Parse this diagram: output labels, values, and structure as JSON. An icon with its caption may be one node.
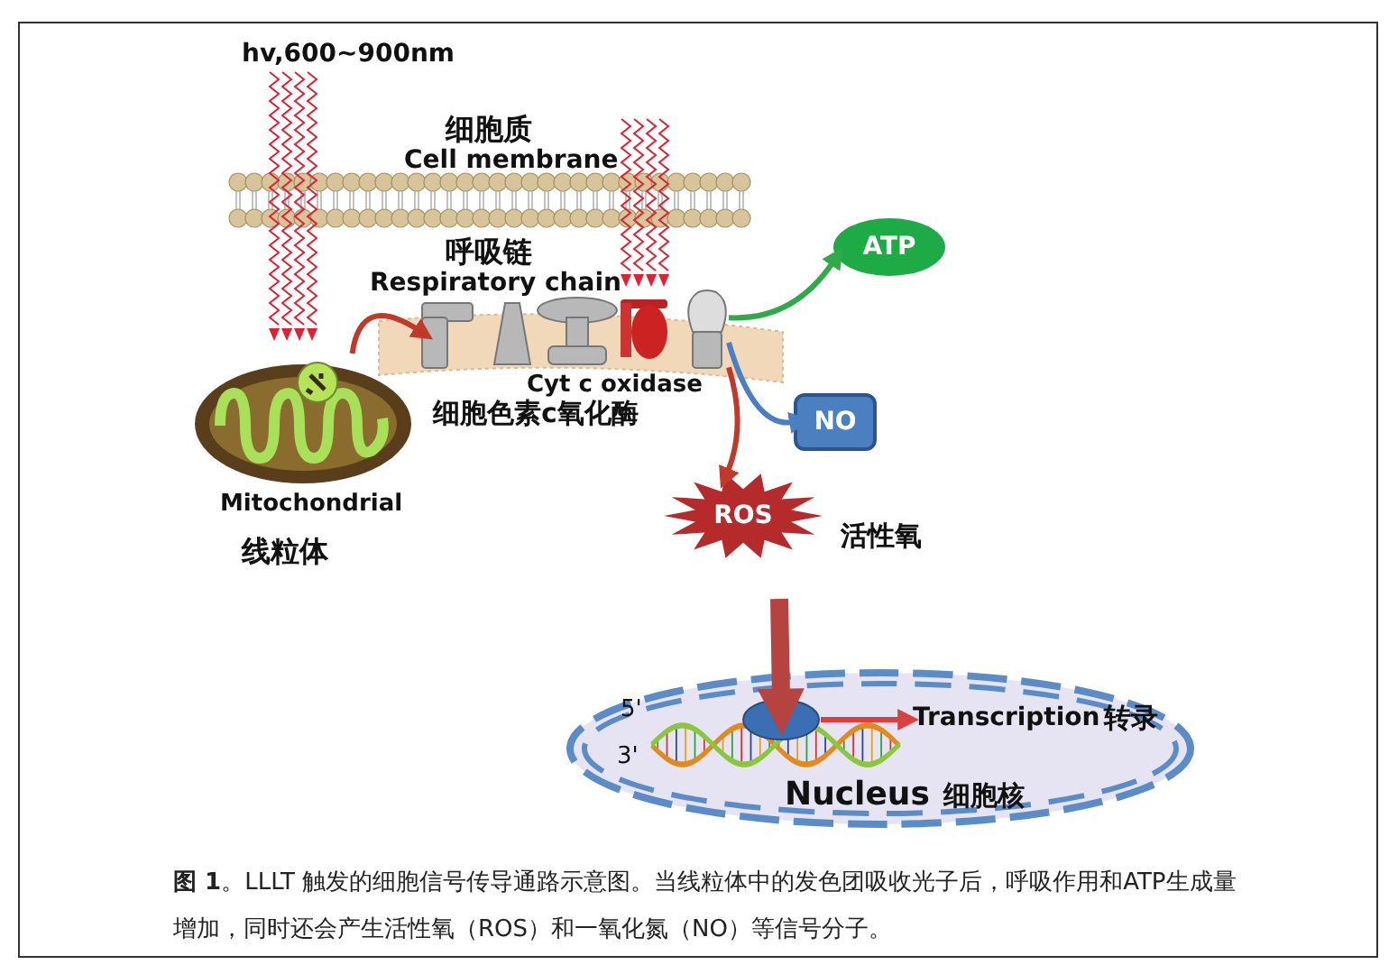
{
  "diagram": {
    "caption": "**图 1**。LLLT 触发的细胞信号传导通路示意图。当线粒体中的发色团吸收光子后，呼吸作用和ATP生成量增加，同时还会产生活性氧（ROS）和一氧化氮（NO）等信号分子。",
    "nodes": [
      {
        "text": [],
        "shape": "picture",
        "beside": [
          "Mitochondrial",
          "线粒体"
        ]
      },
      {
        "text": [],
        "shape": "picture",
        "beside": [
          "呼吸链",
          "Respiratory chain",
          "Cyt c oxidase",
          "细胞色素c氧化酶"
        ]
      },
      {
        "text": [
          "ATP"
        ]
      },
      {
        "text": [
          "NO"
        ]
      },
      {
        "text": [
          "ROS"
        ],
        "beside": [
          "活性氧"
        ]
      },
      {
        "text": [
          "Nucleus",
          "细胞核"
        ]
      },
      {
        "text": [],
        "shape": "circle",
        "in": 5
      }
    ],
    "edges": [
      {
        "from": 0,
        "to": 1,
        "arrow": "to",
        "color": "#c0392b"
      },
      {
        "from": 1,
        "to": 2,
        "arrow": "to",
        "color": "#2eaa4a"
      },
      {
        "from": 1,
        "to": 3,
        "arrow": "to",
        "color": "#4a7fc0"
      },
      {
        "from": 1,
        "to": 4,
        "arrow": "to",
        "color": "#c0392b"
      },
      {
        "from": null,
        "to": 6,
        "arrow": "to",
        "style": "thick",
        "color": "#b5433f"
      },
      {
        "from": 6,
        "to": null,
        "arrow": "to",
        "label": "Transcription",
        "color": "#d94040"
      }
    ],
    "labels": [
      "hv,600~900nm",
      "细胞质",
      "Cell membrane",
      "5'",
      "3'",
      "转录"
    ]
  }
}
